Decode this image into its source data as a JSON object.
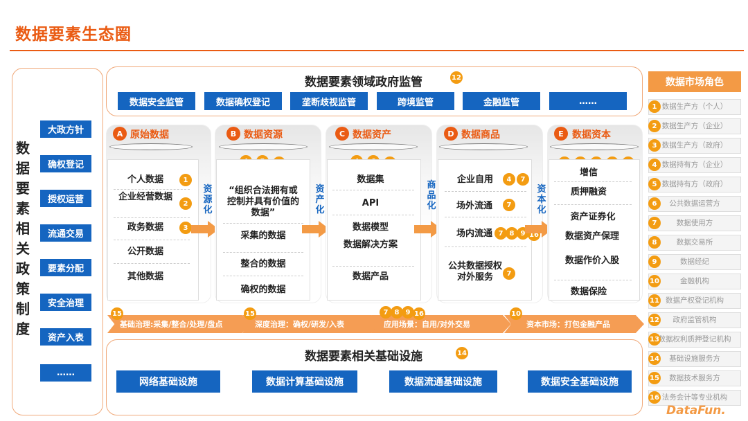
{
  "title": "数据要素生态圈",
  "policy": {
    "title": "数据要素相关政策制度",
    "items": [
      "大政方针",
      "确权登记",
      "授权运营",
      "流通交易",
      "要素分配",
      "安全治理",
      "资产入表",
      "……"
    ]
  },
  "gov": {
    "title": "数据要素领域政府监管",
    "badge": "12",
    "items": [
      "数据安全监管",
      "数据确权登记",
      "垄断歧视监管",
      "跨境监管",
      "金融监管",
      "……"
    ]
  },
  "columns": [
    {
      "letter": "A",
      "title": "原始数据",
      "items": [
        "个人数据",
        "企业经营数据",
        "政务数据",
        "公开数据",
        "其他数据"
      ],
      "item_badges": [
        [
          "1"
        ],
        [
          "2"
        ],
        [
          "3"
        ],
        [],
        []
      ],
      "badges": []
    },
    {
      "letter": "B",
      "title": "数据资源",
      "items": [
        "“组织合法拥有或控制并具有价值的数据”",
        "采集的数据",
        "整合的数据",
        "确权的数据"
      ],
      "item_badges": [
        [],
        [],
        [],
        []
      ],
      "badges": [
        "4",
        "5",
        "15"
      ]
    },
    {
      "letter": "C",
      "title": "数据资产",
      "items": [
        "数据集",
        "API",
        "数据模型",
        "数据解决方案",
        "数据产品"
      ],
      "item_badges": [
        [],
        [],
        [],
        [],
        []
      ],
      "badges": [
        "4",
        "6",
        "15"
      ]
    },
    {
      "letter": "D",
      "title": "数据商品",
      "items": [
        "企业自用",
        "场外流通",
        "场内流通",
        "公共数据授权对外服务"
      ],
      "item_badges": [
        [
          "4",
          "7"
        ],
        [
          "7"
        ],
        [
          "7",
          "8",
          "9",
          "16"
        ],
        [
          "7"
        ]
      ],
      "badges": []
    },
    {
      "letter": "E",
      "title": "数据资本",
      "items": [
        "增信",
        "质押融资",
        "资产证券化",
        "数据资产保理",
        "数据作价入股",
        "数据保险"
      ],
      "item_badges": [
        [],
        [],
        [],
        [],
        [],
        []
      ],
      "badges": [
        "10",
        "11",
        "12",
        "13",
        "16"
      ]
    }
  ],
  "flows": [
    "资源化",
    "资产化",
    "商品化",
    "资本化"
  ],
  "stages": [
    {
      "label": "基础治理:采集/整合/处理/盘点",
      "badges": [
        "15"
      ]
    },
    {
      "label": "深度治理：确权/研发/入表",
      "badges": [
        "15"
      ]
    },
    {
      "label": "应用场景：自用/对外交易",
      "badges": [
        "7",
        "8",
        "9",
        "16"
      ]
    },
    {
      "label": "资本市场：打包金融产品",
      "badges": [
        "10"
      ]
    }
  ],
  "infra": {
    "title": "数据要素相关基础设施",
    "badge": "14",
    "items": [
      "网络基础设施",
      "数据计算基础设施",
      "数据流通基础设施",
      "数据安全基础设施"
    ]
  },
  "roles": {
    "title": "数据市场角色",
    "items": [
      {
        "n": "1",
        "label": "数据生产方（个人）"
      },
      {
        "n": "2",
        "label": "数据生产方（企业）"
      },
      {
        "n": "3",
        "label": "数据生产方（政府）"
      },
      {
        "n": "4",
        "label": "数据持有方（企业）"
      },
      {
        "n": "5",
        "label": "数据持有方（政府）"
      },
      {
        "n": "6",
        "label": "公共数据运营方"
      },
      {
        "n": "7",
        "label": "数据使用方"
      },
      {
        "n": "8",
        "label": "数据交易所"
      },
      {
        "n": "9",
        "label": "数据经纪"
      },
      {
        "n": "10",
        "label": "金融机构"
      },
      {
        "n": "11",
        "label": "数据产权登记机构"
      },
      {
        "n": "12",
        "label": "政府监管机构"
      },
      {
        "n": "13",
        "label": "数据权利质押登记机构"
      },
      {
        "n": "14",
        "label": "基础设施服务方"
      },
      {
        "n": "15",
        "label": "数据技术服务方"
      },
      {
        "n": "16",
        "label": "法务会计等专业机构"
      }
    ]
  },
  "logo": "DataFun."
}
